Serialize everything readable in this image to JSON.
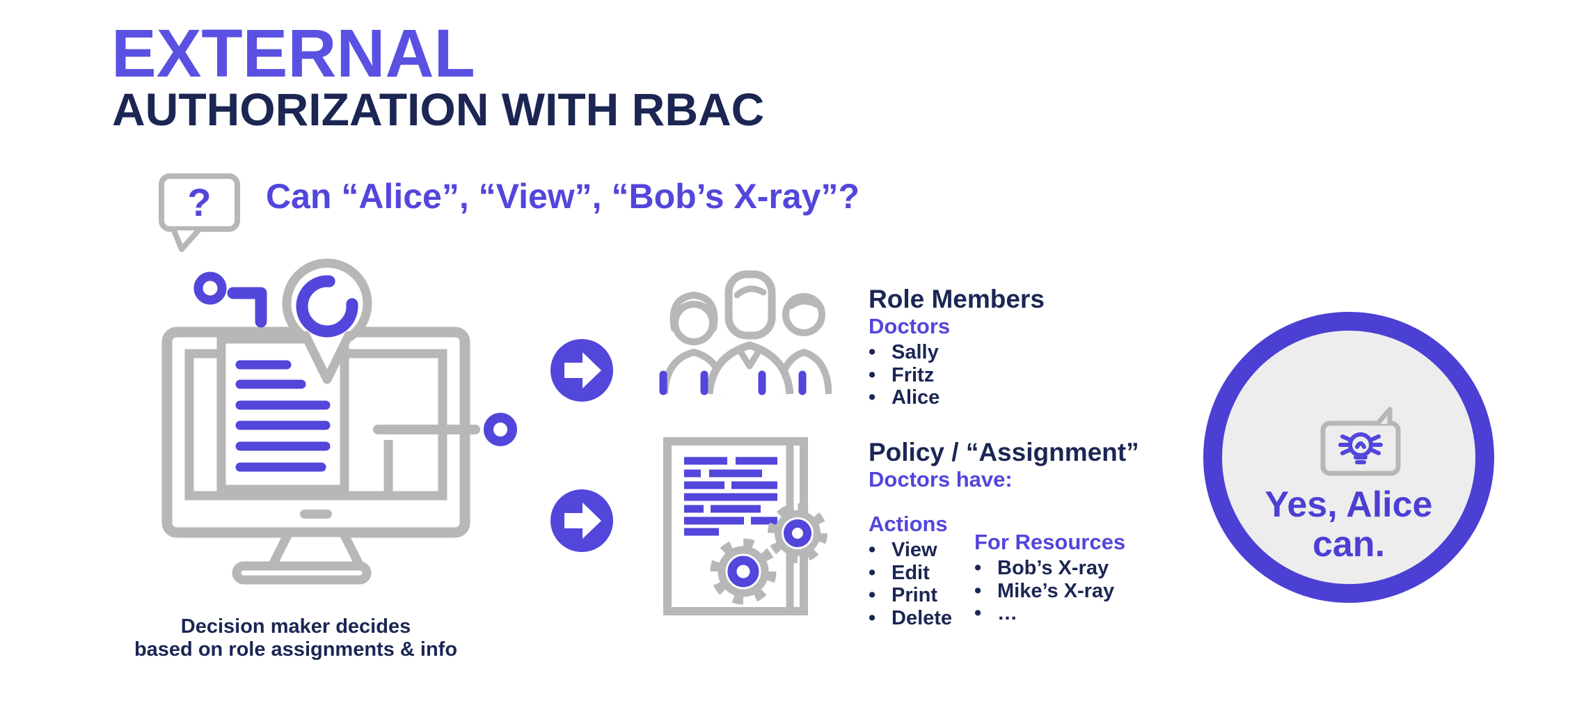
{
  "colors": {
    "accent_purple": "#5246DB",
    "title_purple": "#5A50E2",
    "deep_purple": "#4C3FD3",
    "navy": "#1B2653",
    "icon_gray": "#B7B7B7",
    "circle_fill": "#EDEDEE"
  },
  "title": {
    "line1": "EXTERNAL",
    "line2": "AUTHORIZATION WITH RBAC"
  },
  "question": {
    "icon_glyph": "?",
    "text": "Can “Alice”, “View”, “Bob’s X-ray”?"
  },
  "decision_maker": {
    "caption_line1": "Decision maker decides",
    "caption_line2": "based on role assignments & info"
  },
  "role_members": {
    "heading": "Role Members",
    "role_label": "Doctors",
    "members": [
      "Sally",
      "Fritz",
      "Alice"
    ]
  },
  "policy": {
    "heading": "Policy / “Assignment”",
    "subheading": "Doctors have:",
    "actions": {
      "heading": "Actions",
      "items": [
        "View",
        "Edit",
        "Print",
        "Delete"
      ]
    },
    "resources": {
      "heading": "For Resources",
      "items": [
        "Bob’s X-ray",
        "Mike’s X-ray",
        "…"
      ]
    }
  },
  "result": {
    "line1": "Yes, Alice",
    "line2": "can."
  }
}
